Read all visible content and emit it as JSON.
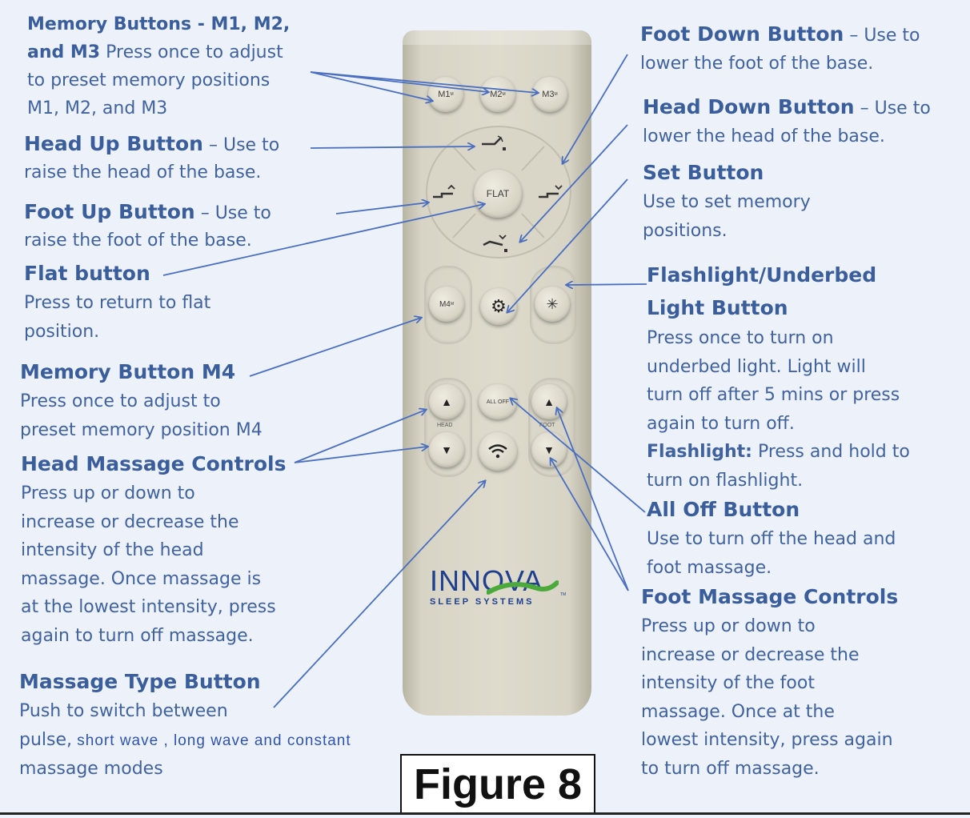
{
  "labels": {
    "memory": {
      "title": "Memory Buttons -  M1, M2,",
      "title2": "and M3",
      "text": "Press once to adjust",
      "line2": "to preset memory positions",
      "line3": "M1, M2, and M3"
    },
    "head_up": {
      "title": "Head Up Button",
      "dash": " – Use to",
      "line2": "raise the head of the base."
    },
    "foot_up": {
      "title": "Foot Up Button",
      "dash": " – Use to",
      "line2": "raise the foot of the base."
    },
    "flat": {
      "title": "Flat button",
      "line1": "Press to return to flat",
      "line2": "position."
    },
    "m4": {
      "title": "Memory Button M4",
      "line1": "Press once to adjust to",
      "line2": "preset memory position M4"
    },
    "head_massage": {
      "title": "Head Massage Controls",
      "lines": [
        "Press up or down to",
        "increase or decrease the",
        "intensity of the head",
        "massage.  Once massage is",
        "at the lowest intensity, press",
        "again to turn off massage."
      ]
    },
    "massage_type": {
      "title": "Massage Type Button",
      "line1": "Push to switch between",
      "line2a": "pulse,",
      "line2b": " short wave , long wave and constant",
      "line3": "massage modes"
    },
    "foot_down": {
      "title": "Foot Down Button",
      "dash": " – Use to",
      "line2": "lower the foot of the base."
    },
    "head_down": {
      "title": "Head Down Button",
      "dash": " – Use to",
      "line2": "lower the head of the base."
    },
    "set": {
      "title": "Set Button",
      "line1": "Use to set memory",
      "line2": "positions."
    },
    "flashlight": {
      "title1": "Flashlight/Underbed",
      "title2": "Light Button",
      "lines": [
        "Press once to turn on",
        "underbed light.  Light will",
        "turn off after 5 mins or press",
        "again to turn off."
      ],
      "bold_prefix": "Flashlight:",
      "after_bold": " Press and hold to",
      "last": "turn on flashlight."
    },
    "all_off": {
      "title": "All Off Button",
      "line1": "Use to turn off the head and",
      "line2": "foot massage."
    },
    "foot_massage": {
      "title": "Foot Massage Controls",
      "lines": [
        "Press up or down to",
        "increase or decrease the",
        "intensity of the foot",
        "massage.  Once at the",
        "lowest intensity, press again",
        "to turn off massage."
      ]
    }
  },
  "remote": {
    "m1": "M1",
    "m2": "M2",
    "m3": "M3",
    "sub_m": "M",
    "flat": "FLAT",
    "m4": "M4",
    "all_off": "ALL OFF",
    "head": "HEAD",
    "foot": "FOOT",
    "brand": "INNOVA",
    "brand_sub": "SLEEP SYSTEMS",
    "tm": "TM"
  },
  "figure_label": "Figure 8",
  "icons": [
    "up-triangle-icon",
    "down-triangle-icon",
    "gear-icon",
    "sun-icon",
    "wifi-icon",
    "bed-head-up-icon",
    "bed-foot-up-icon",
    "bed-foot-down-icon",
    "bed-head-down-icon"
  ],
  "colors": {
    "text": "#3c5e9c",
    "arrow": "#4a6fc0",
    "remote": "#dedbcd",
    "brand": "#1f3f8f",
    "brand_accent": "#4caa3c"
  }
}
